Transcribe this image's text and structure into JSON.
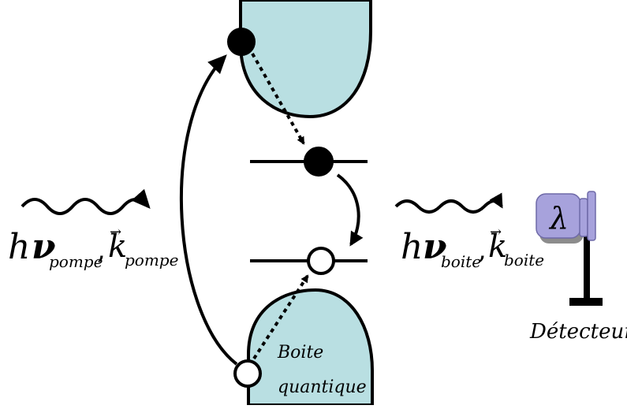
{
  "colors": {
    "band_fill": "#b9dfe2",
    "line": "#000000",
    "electron": "#000000",
    "hole": "#ffffff",
    "detector_body": "#a7a2dc",
    "detector_shadow": "#8c8c8c"
  },
  "pump": {
    "symbol_h": "h",
    "symbol_nu": "ν",
    "sub_nu": "pompe",
    "comma": ",",
    "symbol_k": "k",
    "arrow_over_k": "→",
    "sub_k": "pompe"
  },
  "emission": {
    "symbol_h": "h",
    "symbol_nu": "ν",
    "sub_nu": "boite",
    "comma": ",",
    "symbol_k": "k",
    "arrow_over_k": "→",
    "sub_k": "boite"
  },
  "detector": {
    "glyph": "λ",
    "label": "Détecteur"
  },
  "dot_label": {
    "line1": "Boite",
    "line2": "quantique"
  },
  "icons": {
    "detector": "spectrometer-detector-icon"
  }
}
